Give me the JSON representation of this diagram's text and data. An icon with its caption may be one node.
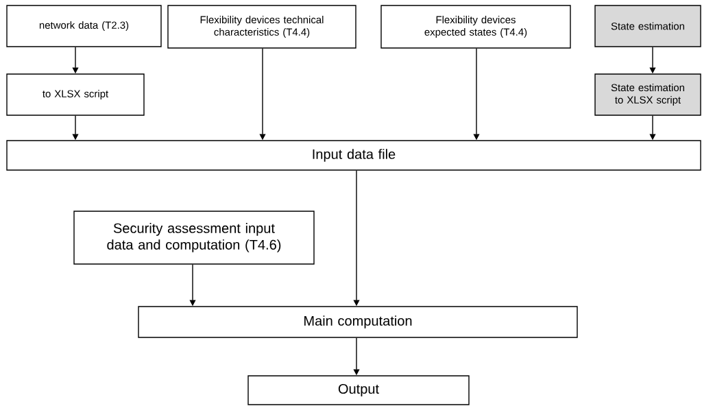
{
  "diagram": {
    "nodes": [
      {
        "text": [
          "network data (T2.3)"
        ]
      },
      {
        "text": [
          "Flexibility devices technical characteristics (T4.4)"
        ]
      },
      {
        "text": [
          "Flexibility devices expected states (T4.4)"
        ]
      },
      {
        "text": [
          "State estimation"
        ]
      },
      {
        "text": [
          "to XLSX script"
        ]
      },
      {
        "text": [
          "State estimation to XLSX script"
        ]
      },
      {
        "text": [
          "Input data file"
        ]
      },
      {
        "text": [
          "Security assessment input data and computation (T4.6)"
        ]
      },
      {
        "text": [
          "Main computation"
        ]
      },
      {
        "text": [
          "Output"
        ]
      }
    ],
    "edges": [
      {
        "from": 0,
        "to": 4,
        "arrow": "to"
      },
      {
        "from": 4,
        "to": 6,
        "arrow": "to"
      },
      {
        "from": 1,
        "to": 6,
        "arrow": "to"
      },
      {
        "from": 2,
        "to": 6,
        "arrow": "to"
      },
      {
        "from": 3,
        "to": 5,
        "arrow": "to"
      },
      {
        "from": 5,
        "to": 6,
        "arrow": "to"
      },
      {
        "from": 6,
        "to": 8,
        "arrow": "to"
      },
      {
        "from": 7,
        "to": 8,
        "arrow": "to"
      },
      {
        "from": 8,
        "to": 9,
        "arrow": "to"
      }
    ]
  }
}
